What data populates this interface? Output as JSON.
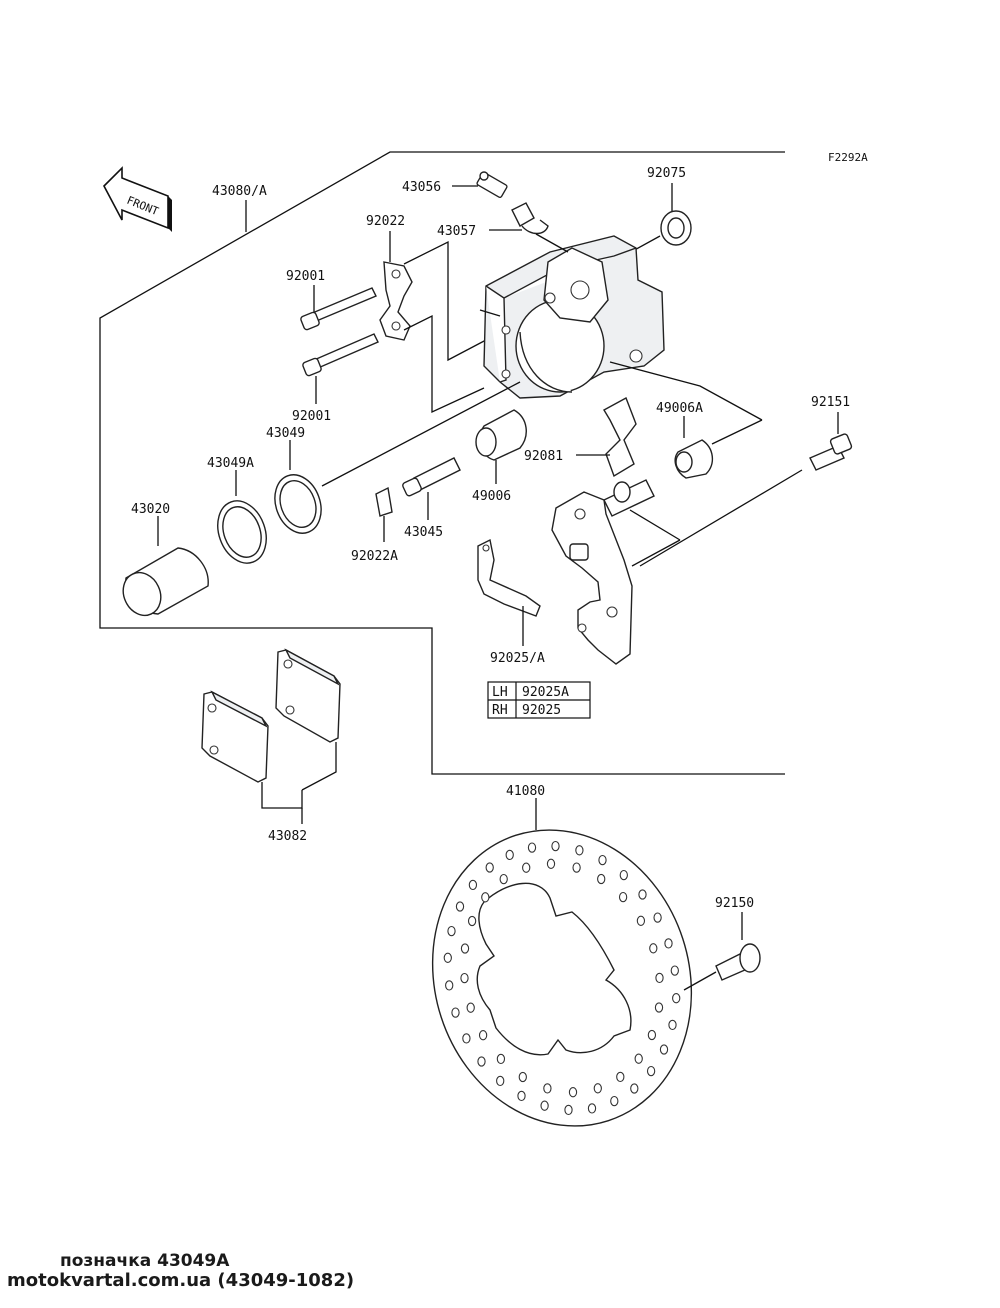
{
  "figure_code": "F2292A",
  "front_label": "FRONT",
  "labels": {
    "assembly": "43080/A",
    "bleeder": "43056",
    "bleeder_cap": "43057",
    "boot_top": "92075",
    "plate": "92022",
    "pin_upper": "92001",
    "pin_lower": "92001",
    "seal": "43049",
    "seal_a": "43049A",
    "piston": "43020",
    "washer": "92022A",
    "pin_43045": "43045",
    "boot_49006": "49006",
    "spring_92081": "92081",
    "boot_49006a": "49006A",
    "bolt_92151": "92151",
    "spring_92025": "92025/A",
    "pads": "43082",
    "disc": "41080",
    "bolt_92150": "92150"
  },
  "side_table": {
    "rows": [
      {
        "side": "LH",
        "part": "92025A"
      },
      {
        "side": "RH",
        "part": "92025"
      }
    ]
  },
  "captions": {
    "line1": "позначка 43049A",
    "line2": "motokvartal.com.ua (43049-1082)"
  }
}
